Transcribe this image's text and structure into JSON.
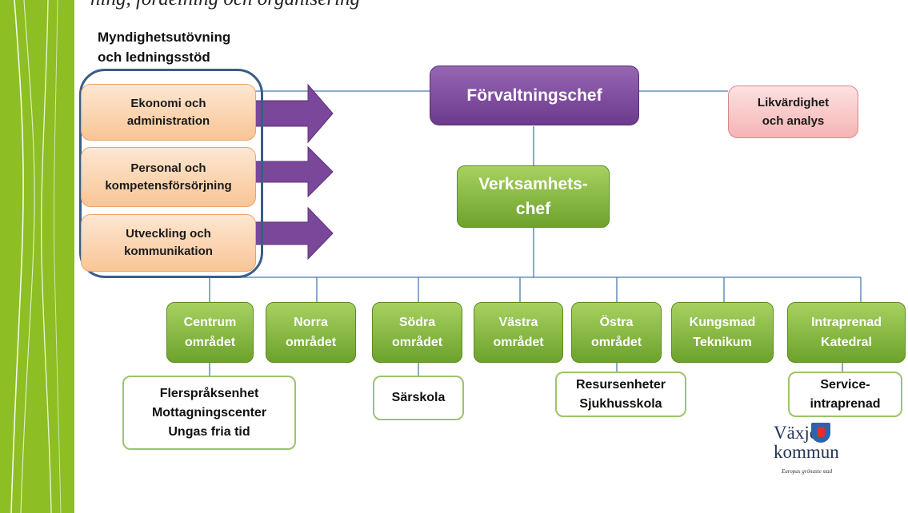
{
  "cut_text": "ning, fördelning och organisering",
  "group_title": "Myndighetsutövning\noch ledningsstöd",
  "support_units": [
    "Ekonomi och\nadministration",
    "Personal och\nkompetensförsörjning",
    "Utveckling och\nkommunikation"
  ],
  "top_chief": "Förvaltningschef",
  "side_unit": "Likvärdighet\noch analys",
  "ops_chief": "Verksamhets-\nchef",
  "areas": [
    "Centrum\nområdet",
    "Norra\nområdet",
    "Södra\nområdet",
    "Västra\nområdet",
    "Östra\nområdet",
    "Kungsmad\nTeknikum",
    "Intraprenad\nKatedral"
  ],
  "sub_units": [
    "Flerspråksenhet\nMottagningscenter\nUngas fria tid",
    "Särskola",
    "Resursenheter\nSjukhusskola",
    "Service-\nintraprenad"
  ],
  "logo": {
    "word_top": "Växjö",
    "word_bottom": "kommun",
    "tagline": "Europas grönaste stad"
  },
  "colors": {
    "stripe": "#8dbe23",
    "purple": "#7a479b",
    "green": "#86b63e",
    "orange": "#f9c596",
    "pink": "#f5b4b4",
    "frame": "#3b5d84",
    "connector": "#4a7ab0"
  }
}
